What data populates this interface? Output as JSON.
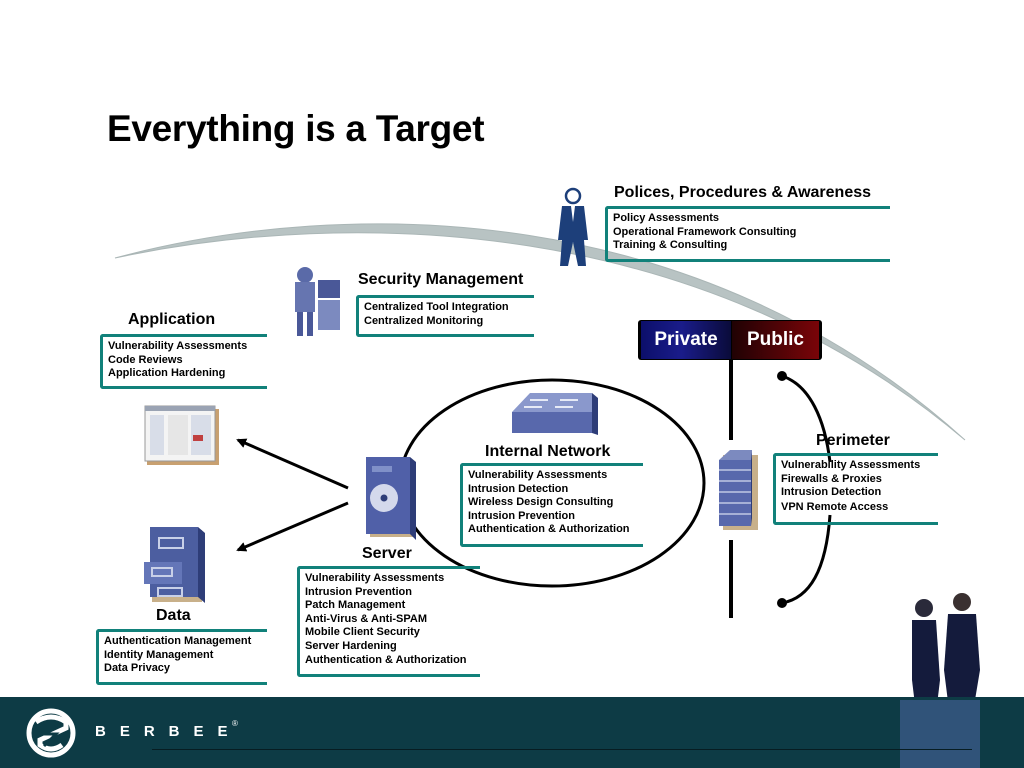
{
  "slide": {
    "title": "Everything is a Target"
  },
  "sections": {
    "policies": {
      "heading": "Polices, Procedures & Awareness",
      "items": [
        "Policy Assessments",
        "Operational Framework Consulting",
        "Training & Consulting"
      ]
    },
    "security_management": {
      "heading": "Security Management",
      "items": [
        "Centralized Tool Integration",
        "Centralized Monitoring"
      ]
    },
    "application": {
      "heading": "Application",
      "items": [
        "Vulnerability Assessments",
        "Code Reviews",
        "Application Hardening"
      ]
    },
    "internal_network": {
      "heading": "Internal Network",
      "items": [
        "Vulnerability Assessments",
        "Intrusion Detection",
        "Wireless Design Consulting",
        "Intrusion Prevention",
        "Authentication & Authorization"
      ]
    },
    "perimeter": {
      "heading": "Perimeter",
      "items": [
        "Vulnerability Assessments",
        "Firewalls & Proxies",
        "Intrusion Detection",
        "VPN Remote Access"
      ]
    },
    "server": {
      "heading": "Server",
      "items": [
        "Vulnerability Assessments",
        "Intrusion Prevention",
        "Patch Management",
        "Anti-Virus & Anti-SPAM",
        "Mobile Client Security",
        "Server Hardening",
        "Authentication & Authorization"
      ]
    },
    "data": {
      "heading": "Data",
      "items": [
        "Authentication Management",
        "Identity Management",
        "Data Privacy"
      ]
    }
  },
  "zones": {
    "private_label": "Private",
    "public_label": "Public"
  },
  "footer": {
    "brand": "BERBEE",
    "registered_mark": "®"
  },
  "colors": {
    "box_border": "#11817a",
    "private_bg": "#0c0f6b",
    "public_bg": "#7a0408",
    "footer_bg": "#0d3b45",
    "icon_blue": "#5a6aa8"
  }
}
